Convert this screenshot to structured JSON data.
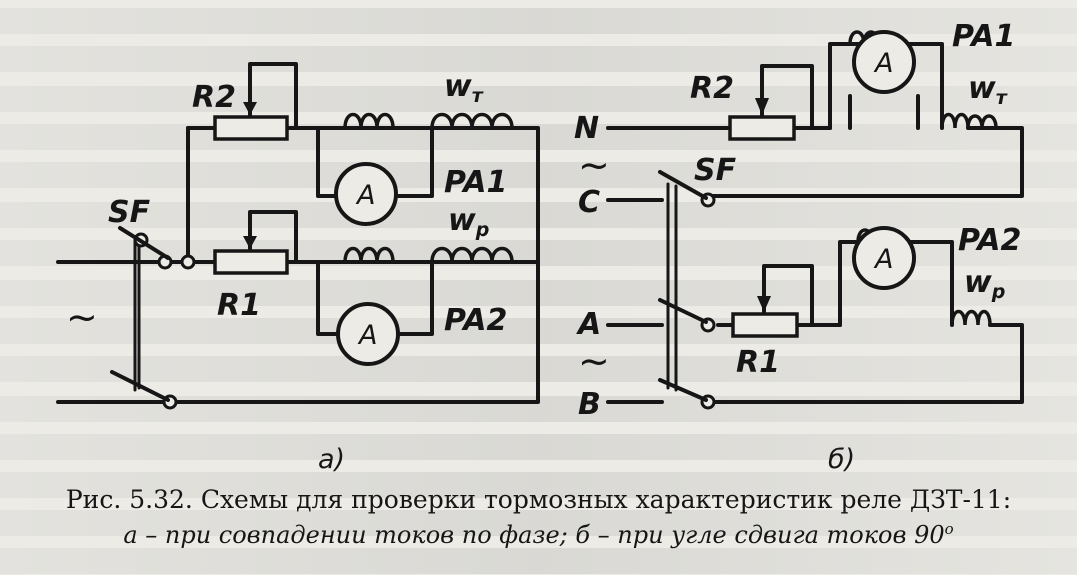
{
  "figure": {
    "number": "Рис. 5.32.",
    "title": "Схемы для проверки тормозных характеристик реле ДЗТ-11:",
    "subtitle": "а – при совпадении токов по фазе; б – при угле сдвига токов 90",
    "subtitle_degree": "о"
  },
  "schematic_a": {
    "panel_label": "а)",
    "switch": "SF",
    "supply_symbol": "~",
    "rheostat_top": "R2",
    "rheostat_bottom": "R1",
    "meter_top": {
      "label": "PA",
      "index": "1",
      "symbol": "A"
    },
    "meter_bottom": {
      "label": "PA",
      "index": "2",
      "symbol": "A"
    },
    "winding_top": {
      "label": "w",
      "index": "т"
    },
    "winding_bottom": {
      "label": "w",
      "index": "р"
    }
  },
  "schematic_b": {
    "panel_label": "б)",
    "switch": "SF",
    "phase_n": "N",
    "phase_c": "C",
    "phase_a": "A",
    "phase_b": "B",
    "supply_symbol_top": "~",
    "supply_symbol_bottom": "~",
    "rheostat_top": "R2",
    "rheostat_bottom": "R1",
    "meter_top": {
      "label": "PA",
      "index": "1",
      "symbol": "A"
    },
    "meter_bottom": {
      "label": "PA",
      "index": "2",
      "symbol": "A"
    },
    "winding_top": {
      "label": "w",
      "index": "т"
    },
    "winding_bottom": {
      "label": "w",
      "index": "р"
    }
  },
  "colors": {
    "ink": "#161616",
    "paper": "#ecebe6"
  }
}
